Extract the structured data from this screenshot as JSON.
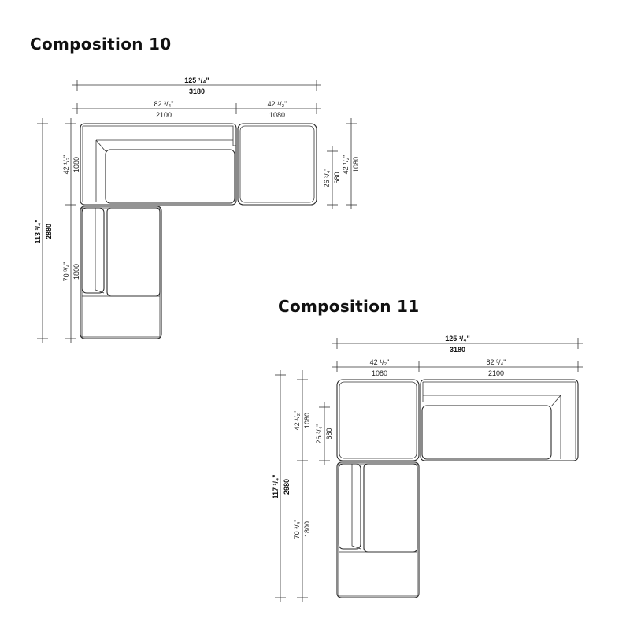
{
  "colors": {
    "line": "#2a2a2a",
    "text": "#111111",
    "background": "#ffffff"
  },
  "comp10": {
    "title": "Composition 10",
    "total_width_in": "125 ¹/₄\"",
    "total_width_mm": "3180",
    "w1_in": "82 ³/₄\"",
    "w1_mm": "2100",
    "w2_in": "42 ¹/₂\"",
    "w2_mm": "1080",
    "total_height_in": "113 ¹/₄\"",
    "total_height_mm": "2880",
    "h1_in": "42 ¹/₂\"",
    "h1_mm": "1080",
    "h2_in": "70 ³/₄\"",
    "h2_mm": "1800",
    "r1_in": "26 ³/₄\"",
    "r1_mm": "680",
    "r2_in": "42 ¹/₂\"",
    "r2_mm": "1080"
  },
  "comp11": {
    "title": "Composition 11",
    "total_width_in": "125 ¹/₄\"",
    "total_width_mm": "3180",
    "w1_in": "42 ¹/₂\"",
    "w1_mm": "1080",
    "w2_in": "82 ³/₄\"",
    "w2_mm": "2100",
    "total_height_in": "117 ¹/₄\"",
    "total_height_mm": "2980",
    "h1_in": "42 ¹/₂\"",
    "h1_mm": "1080",
    "h1b_in": "26 ³/₄\"",
    "h1b_mm": "680",
    "h2_in": "70 ³/₄\"",
    "h2_mm": "1800"
  }
}
